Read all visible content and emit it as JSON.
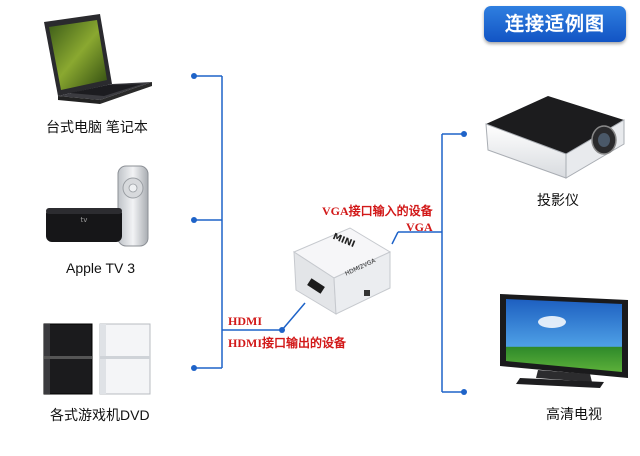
{
  "title": "连接适例图",
  "sources": [
    {
      "label": "台式电脑 笔记本",
      "icon": "laptop-icon"
    },
    {
      "label": "Apple TV 3",
      "icon": "apple-tv-icon"
    },
    {
      "label": "各式游戏机DVD",
      "icon": "game-console-icon"
    }
  ],
  "outputs": [
    {
      "label": "投影仪",
      "icon": "projector-icon"
    },
    {
      "label": "高清电视",
      "icon": "monitor-icon"
    }
  ],
  "adapter": {
    "front_text": "MINI",
    "side_text": "HDMI2VGA"
  },
  "input_labels": {
    "line1": "HDMI",
    "line2": "HDMI接口输出的设备"
  },
  "output_labels": {
    "line1": "VGA接口输入的设备",
    "line2": "VGA"
  },
  "colors": {
    "line": "#1e63c8",
    "accent_red": "#d21919",
    "badge": "#1f66d6"
  }
}
